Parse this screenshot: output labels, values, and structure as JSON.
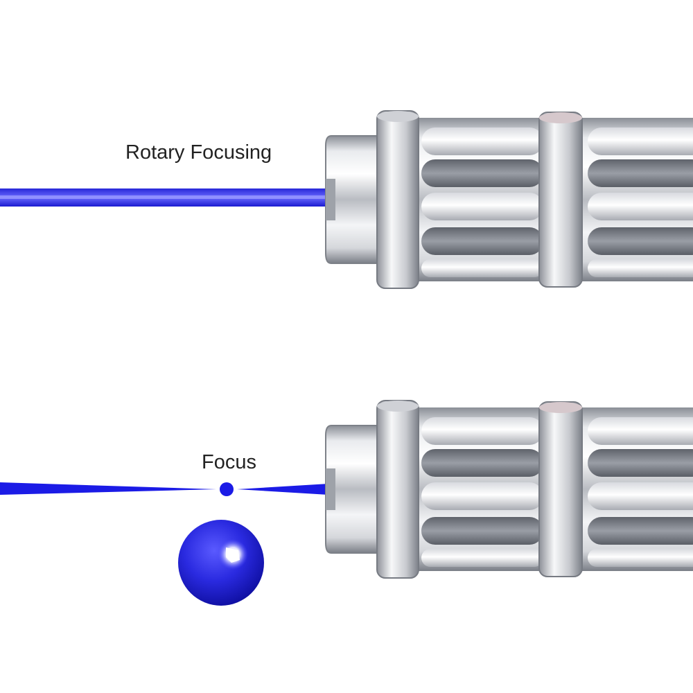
{
  "labels": {
    "top": "Rotary Focusing",
    "bottom": "Focus"
  },
  "colors": {
    "background": "#ffffff",
    "beam": "#1b1be6",
    "beam_core": "#7f7fff",
    "metal_light": "#f4f5f7",
    "metal_mid": "#c3c6cc",
    "metal_dark": "#6e727a",
    "text": "#222222"
  },
  "objects": {
    "top_device": "laser-pointer-head",
    "bottom_device": "laser-pointer-head",
    "top_beam": "collimated-blue-beam",
    "bottom_beam": "focused-blue-beam",
    "focus_point": "focus-dot",
    "inset": "focus-spot-closeup"
  }
}
